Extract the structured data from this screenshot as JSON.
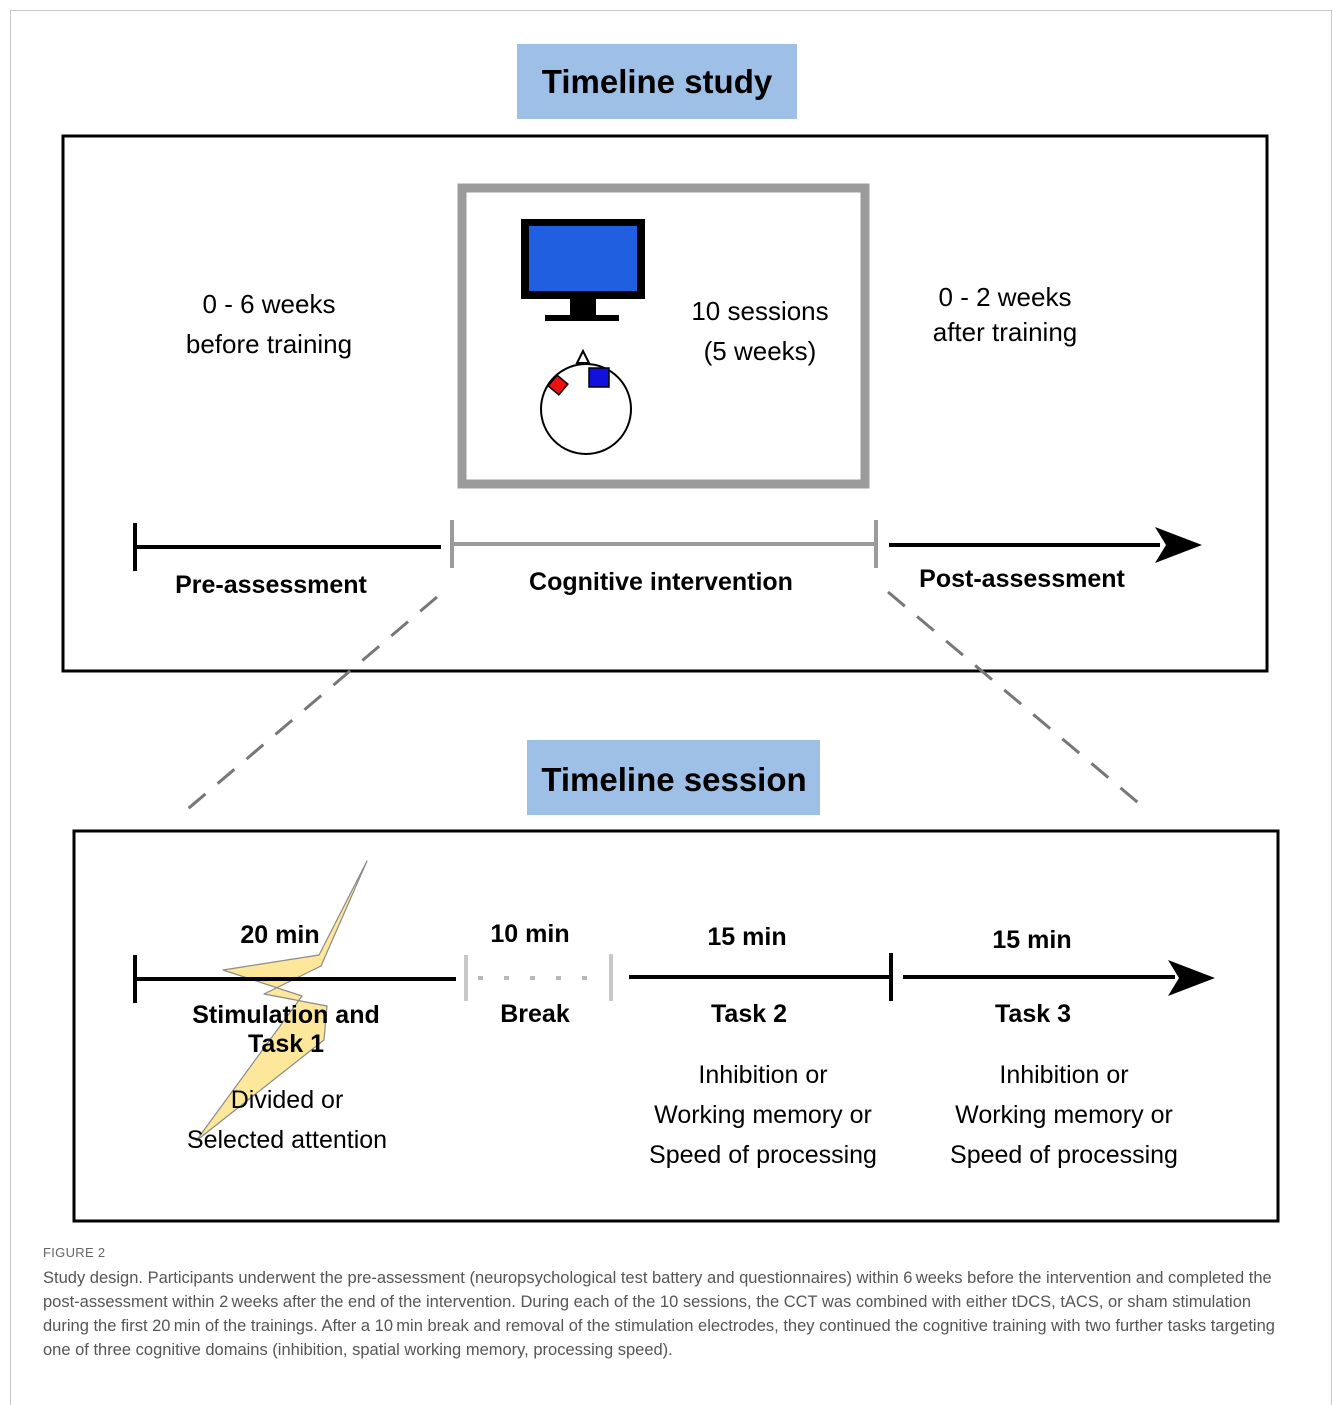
{
  "study": {
    "title": "Timeline study",
    "pre_line1": "0 - 6 weeks",
    "pre_line2": "before training",
    "sessions_line1": "10 sessions",
    "sessions_line2": "(5 weeks)",
    "post_line1": "0 - 2 weeks",
    "post_line2": "after training",
    "phase_pre": "Pre-assessment",
    "phase_cog": "Cognitive intervention",
    "phase_post": "Post-assessment"
  },
  "session": {
    "title": "Timeline session",
    "seg1_duration": "20 min",
    "seg1_name_line1": "Stimulation and",
    "seg1_name_line2": "Task 1",
    "seg1_desc_line1": "Divided or",
    "seg1_desc_line2": "Selected attention",
    "seg2_duration": "10 min",
    "seg2_name": "Break",
    "seg3_duration": "15 min",
    "seg3_name": "Task 2",
    "seg4_duration": "15 min",
    "seg4_name": "Task 3",
    "task_desc_line1": "Inhibition or",
    "task_desc_line2": "Working memory or",
    "task_desc_line3": "Speed of processing"
  },
  "colors": {
    "title_box": "#9fc0e6",
    "monitor_screen": "#1f5fe0",
    "electrode_red": "#ee1111",
    "electrode_blue": "#1111dd",
    "lightning": "#fde79a",
    "grey_frame": "#9b9b9b"
  },
  "caption": {
    "label": "FIGURE 2",
    "text": "Study design. Participants underwent the pre-assessment (neuropsychological test battery and questionnaires) within 6 weeks before the intervention and completed the post-assessment within 2 weeks after the end of the intervention. During each of the 10 sessions, the CCT was combined with either tDCS, tACS, or sham stimulation during the first 20 min of the trainings. After a 10 min break and removal of the stimulation electrodes, they continued the cognitive training with two further tasks targeting one of three cognitive domains (inhibition, spatial working memory, processing speed)."
  }
}
